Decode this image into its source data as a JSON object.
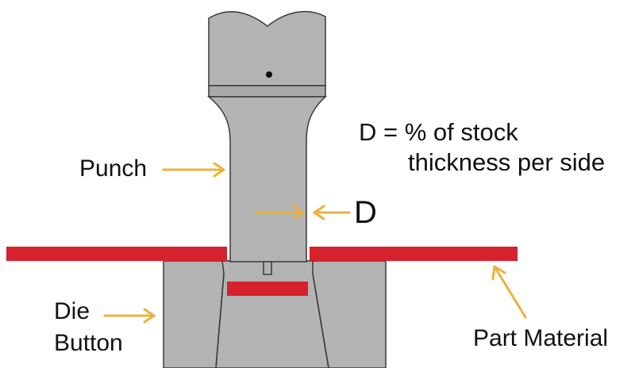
{
  "labels": {
    "punch": "Punch",
    "d_marker": "D",
    "formula_line1": "D = % of stock",
    "formula_line2": "thickness per side",
    "die_line1": "Die",
    "die_line2": "Button",
    "part_material": "Part Material"
  },
  "colors": {
    "steel": "#b3b3b3",
    "outline": "#3a3a3a",
    "material_red": "#d6222c",
    "arrow_yellow": "#e9b23c",
    "text": "#111111"
  }
}
